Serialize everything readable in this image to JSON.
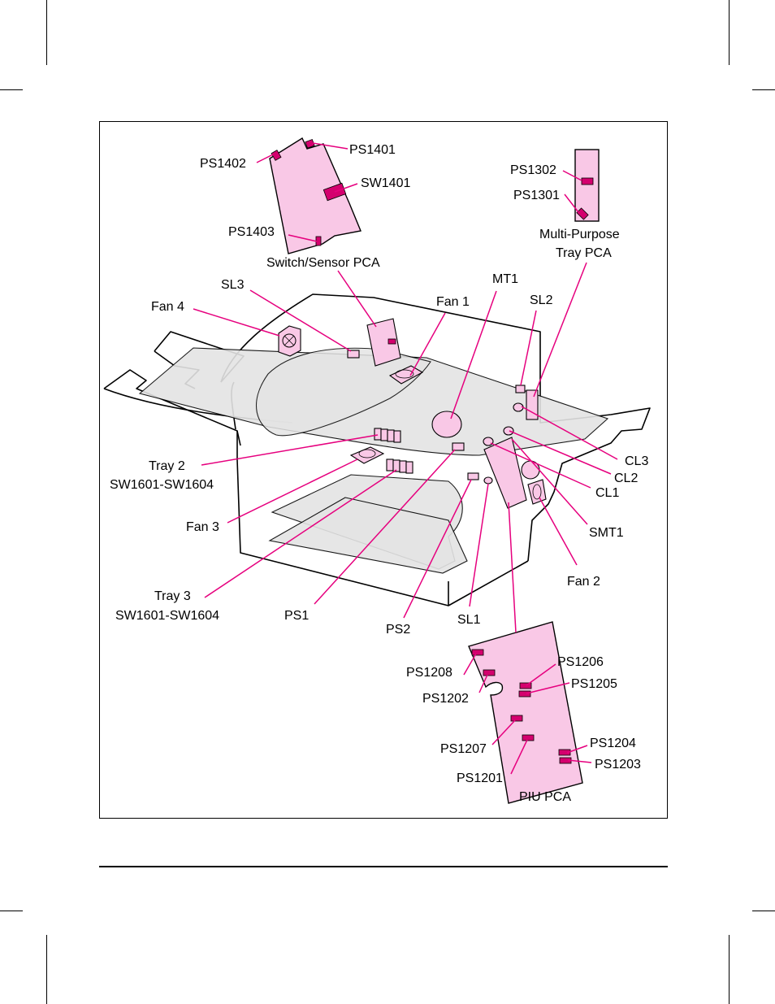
{
  "diagram": {
    "labels": {
      "ps1401": "PS1401",
      "ps1402": "PS1402",
      "sw1401": "SW1401",
      "ps1403": "PS1403",
      "switch_sensor_pca": "Switch/Sensor PCA",
      "ps1302": "PS1302",
      "ps1301": "PS1301",
      "mp_tray_pca_1": "Multi-Purpose",
      "mp_tray_pca_2": "Tray PCA",
      "mt1": "MT1",
      "sl3": "SL3",
      "fan4": "Fan 4",
      "fan1": "Fan 1",
      "sl2": "SL2",
      "tray2_1": "Tray 2",
      "tray2_2": "SW1601-SW1604",
      "fan3": "Fan 3",
      "tray3_1": "Tray 3",
      "tray3_2": "SW1601-SW1604",
      "ps1": "PS1",
      "ps2": "PS2",
      "sl1": "SL1",
      "cl3": "CL3",
      "cl2": "CL2",
      "cl1": "CL1",
      "smt1": "SMT1",
      "fan2": "Fan 2",
      "ps1208": "PS1208",
      "ps1202": "PS1202",
      "ps1206": "PS1206",
      "ps1205": "PS1205",
      "ps1207": "PS1207",
      "ps1201": "PS1201",
      "ps1204": "PS1204",
      "ps1203": "PS1203",
      "piu_pca": "PIU PCA"
    },
    "colors": {
      "leader": "#e6007e",
      "pcb_fill": "#f9c8e6",
      "sensor_fill": "#d4006e",
      "internal_fill": "#e4e4e4"
    }
  }
}
